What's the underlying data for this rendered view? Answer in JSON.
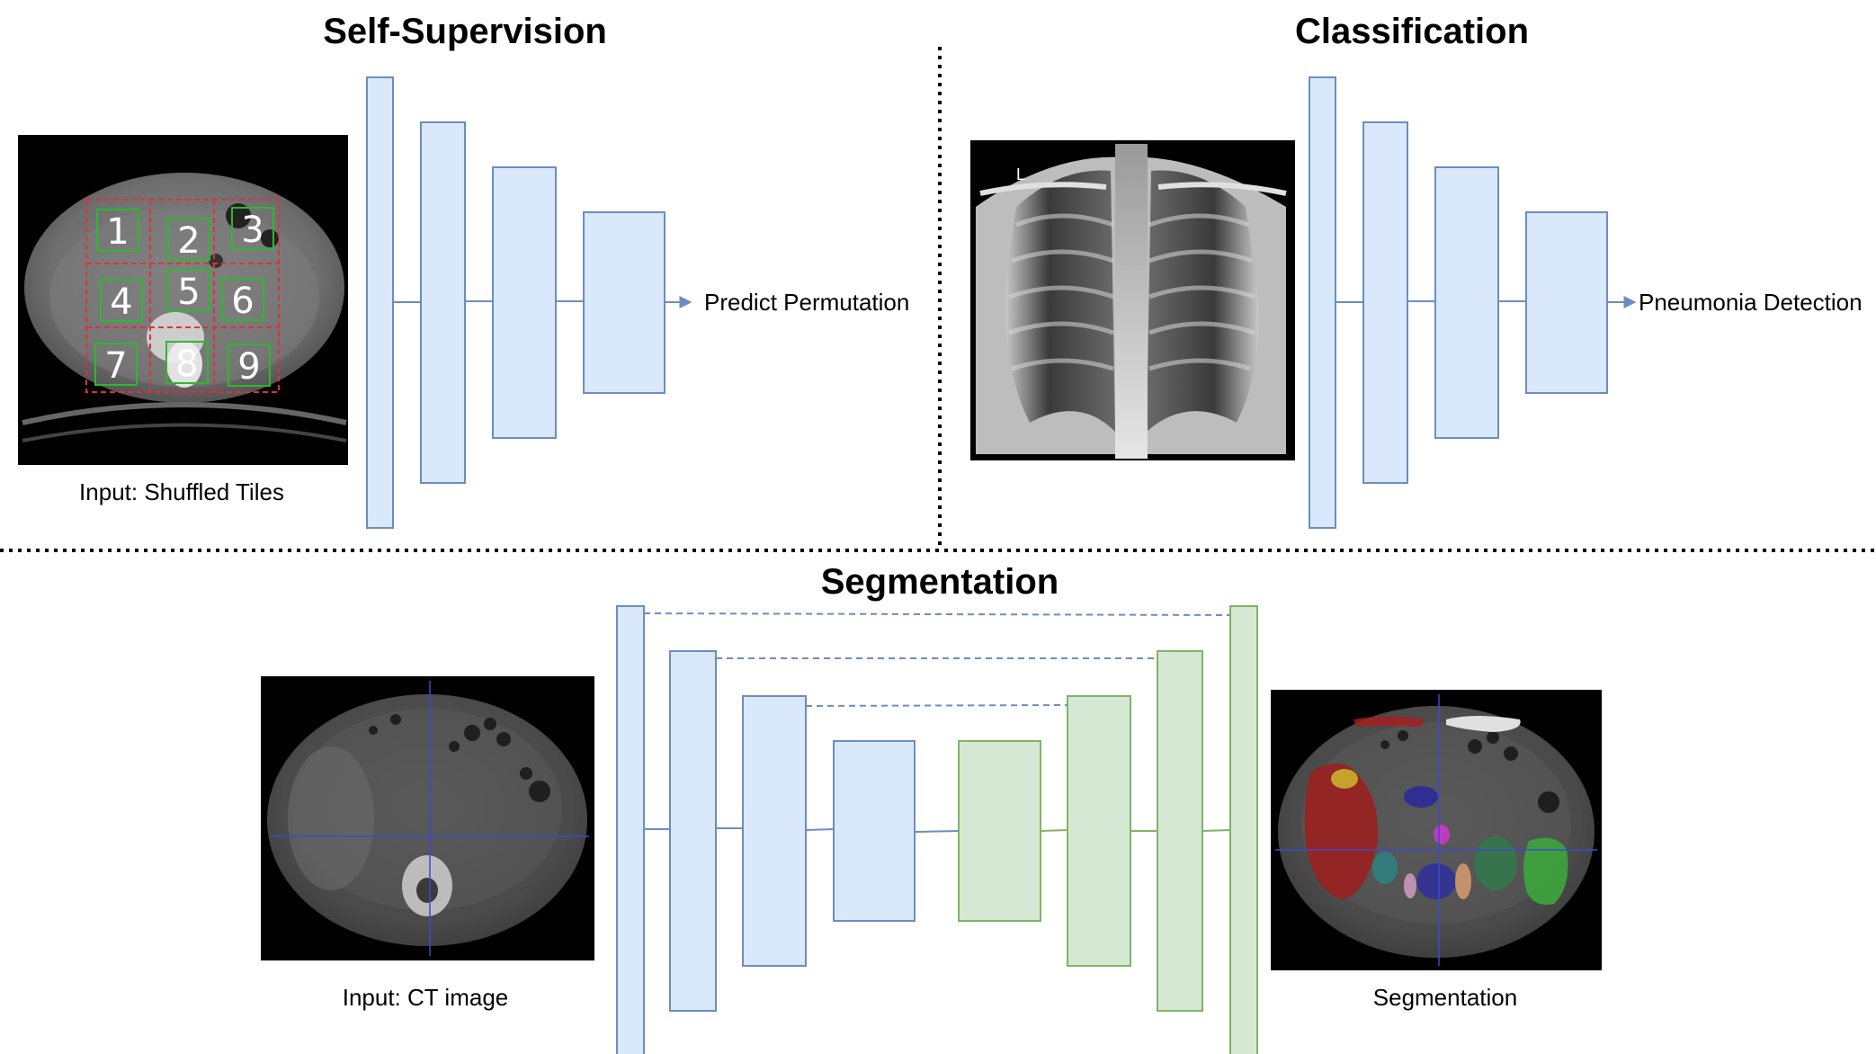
{
  "panels": {
    "self_supervision": {
      "title": "Self-Supervision",
      "input_label": "Input: Shuffled Tiles",
      "output_label": "Predict Permutation",
      "tiles": [
        "1",
        "2",
        "3",
        "4",
        "5",
        "6",
        "7",
        "8",
        "9"
      ]
    },
    "classification": {
      "title": "Classification",
      "output_label": "Pneumonia Detection",
      "xray_marker": "L"
    },
    "segmentation": {
      "title": "Segmentation",
      "input_label": "Input: CT image",
      "output_label": "Segmentation"
    }
  },
  "colors": {
    "encoder_fill": "#dae8fc",
    "encoder_stroke": "#6c8ebf",
    "decoder_fill": "#d5e8d4",
    "decoder_stroke": "#82b366",
    "tile_grid": "#e0303a",
    "tile_box": "#2eb82e"
  }
}
